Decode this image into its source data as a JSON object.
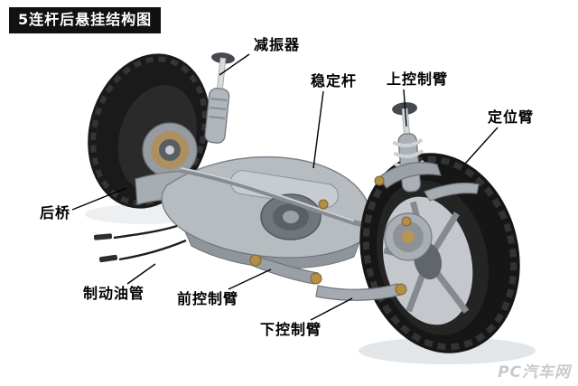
{
  "title": "5连杆后悬挂结构图",
  "labels": [
    {
      "id": "shock-absorber",
      "text": "减振器"
    },
    {
      "id": "stabilizer-bar",
      "text": "稳定杆"
    },
    {
      "id": "upper-control-arm",
      "text": "上控制臂"
    },
    {
      "id": "locating-arm",
      "text": "定位臂"
    },
    {
      "id": "rear-axle",
      "text": "后桥"
    },
    {
      "id": "brake-pipe",
      "text": "制动油管"
    },
    {
      "id": "front-control-arm",
      "text": "前控制臂"
    },
    {
      "id": "lower-control-arm",
      "text": "下控制臂"
    }
  ],
  "watermark": "PC汽车网",
  "colors": {
    "badge_bg": "#111111",
    "badge_text": "#ffffff",
    "label_text": "#000000",
    "leader_line": "#000000",
    "tire": "#161616",
    "metal_light": "#c7ccd1",
    "metal_mid": "#a6acb2",
    "bushing_gold": "#b38e45"
  }
}
